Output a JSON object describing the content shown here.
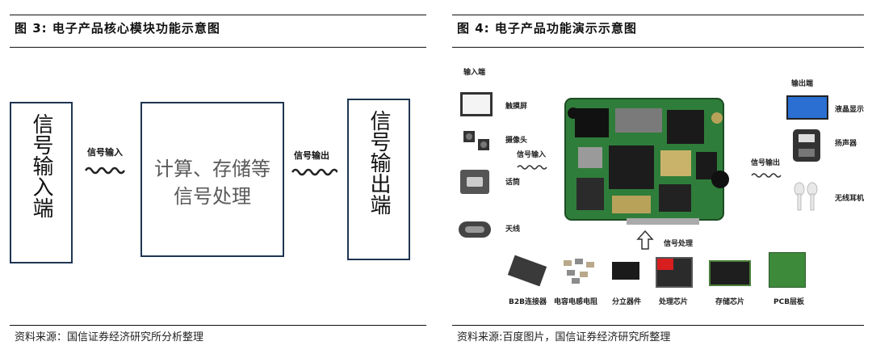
{
  "left": {
    "title": "图  3:  电子产品核心模块功能示意图",
    "input_box": "信号输入端",
    "input_label": "信号输入",
    "center_box": "计算、存储等信号处理",
    "output_label": "信号输出",
    "output_box": "信号输出端",
    "source": "资料来源：国信证券经济研究所分析整理"
  },
  "right": {
    "title": "图  4:  电子产品功能演示示意图",
    "input_header": "输入端",
    "output_header": "输出端",
    "inputs": [
      "触摸屏",
      "摄像头",
      "话筒",
      "天线"
    ],
    "outputs": [
      "液晶显示",
      "扬声器",
      "无线耳机"
    ],
    "signal_in": "信号输入",
    "signal_out": "信号输出",
    "signal_process": "信号处理",
    "components": [
      "B2B连接器",
      "电容电感电阻",
      "分立器件",
      "处理芯片",
      "存储芯片",
      "PCB层板"
    ],
    "source": "资料来源:百度图片，国信证券经济研究所整理"
  },
  "colors": {
    "box_border": "#1f3552",
    "wave": "#222222",
    "pcb": "#2f7d3a"
  }
}
